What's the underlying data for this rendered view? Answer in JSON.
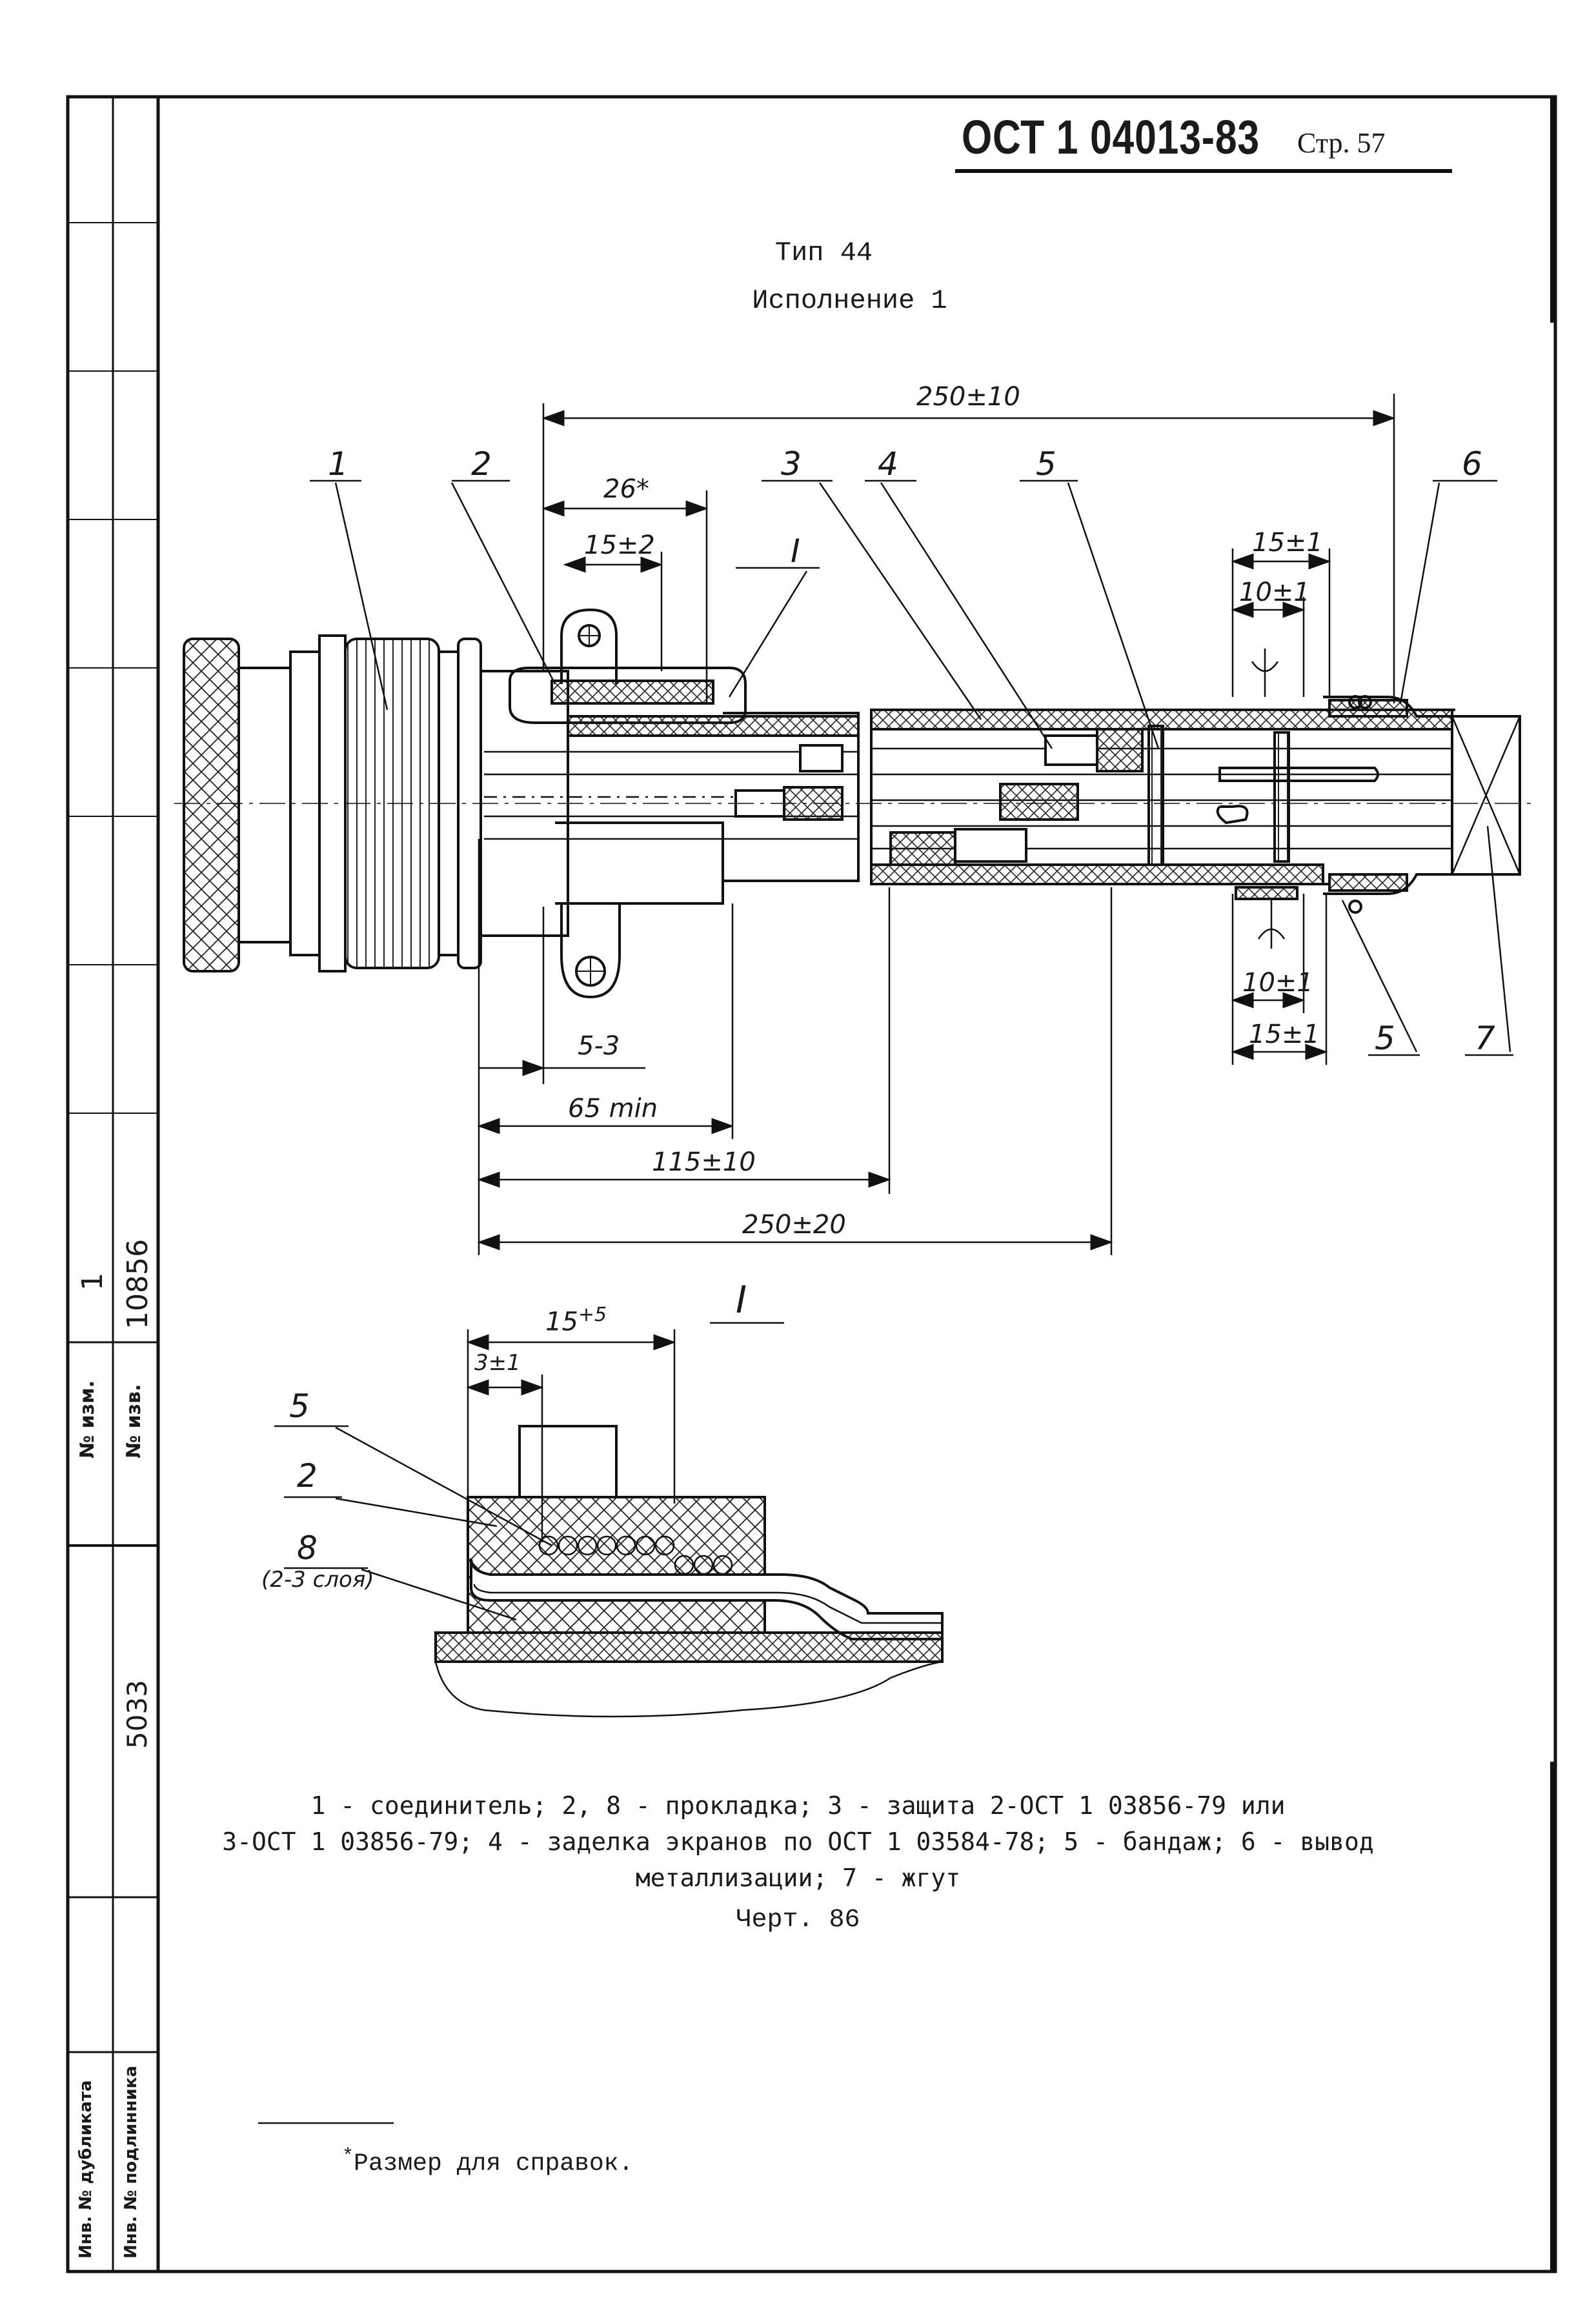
{
  "header": {
    "doc_code": "ОСТ 1 04013-83",
    "page": "Стр. 57"
  },
  "title": {
    "type": "Тип 44",
    "variant": "Исполнение 1"
  },
  "callouts": {
    "c1": "1",
    "c2": "2",
    "c3": "3",
    "c4": "4",
    "c5": "5",
    "c6": "6",
    "c5b": "5",
    "c7": "7",
    "view": "I"
  },
  "dimensions": {
    "total_top": "250±10",
    "d26": "26*",
    "d15_2": "15±2",
    "d15_1_top": "15±1",
    "d10_1_top": "10±1",
    "d10_1_bottom": "10±1",
    "d15_1_bottom": "15±1",
    "d5_3": "5-3",
    "d65": "65 min",
    "d115": "115±10",
    "d250_20": "250±20"
  },
  "detail": {
    "title": "I",
    "d15": "15",
    "d15_sup": "+5",
    "d3": "3±1",
    "c5": "5",
    "c2": "2",
    "c8": "8",
    "layers": "(2-3 слоя)"
  },
  "legend": {
    "line1": "1 - соединитель; 2, 8 - прокладка; 3 - защита 2-ОСТ 1 03856-79 или",
    "line2": "3-ОСТ 1 03856-79; 4 - заделка экранов по ОСТ 1 03584-78; 5 - бандаж; 6 - вывод",
    "line3": "металлизации; 7 - жгут"
  },
  "figure": "Черт. 86",
  "footnote": {
    "mark": "*",
    "text": "Размер для справок."
  },
  "sidebar": {
    "change_no_label": "№ изм.",
    "change_no": "1",
    "notice_no_label": "№ изв.",
    "notice_no": "10856",
    "original_no": "5033",
    "dup_label": "Инв. № дубликата",
    "orig_label": "Инв. № подлинника"
  }
}
